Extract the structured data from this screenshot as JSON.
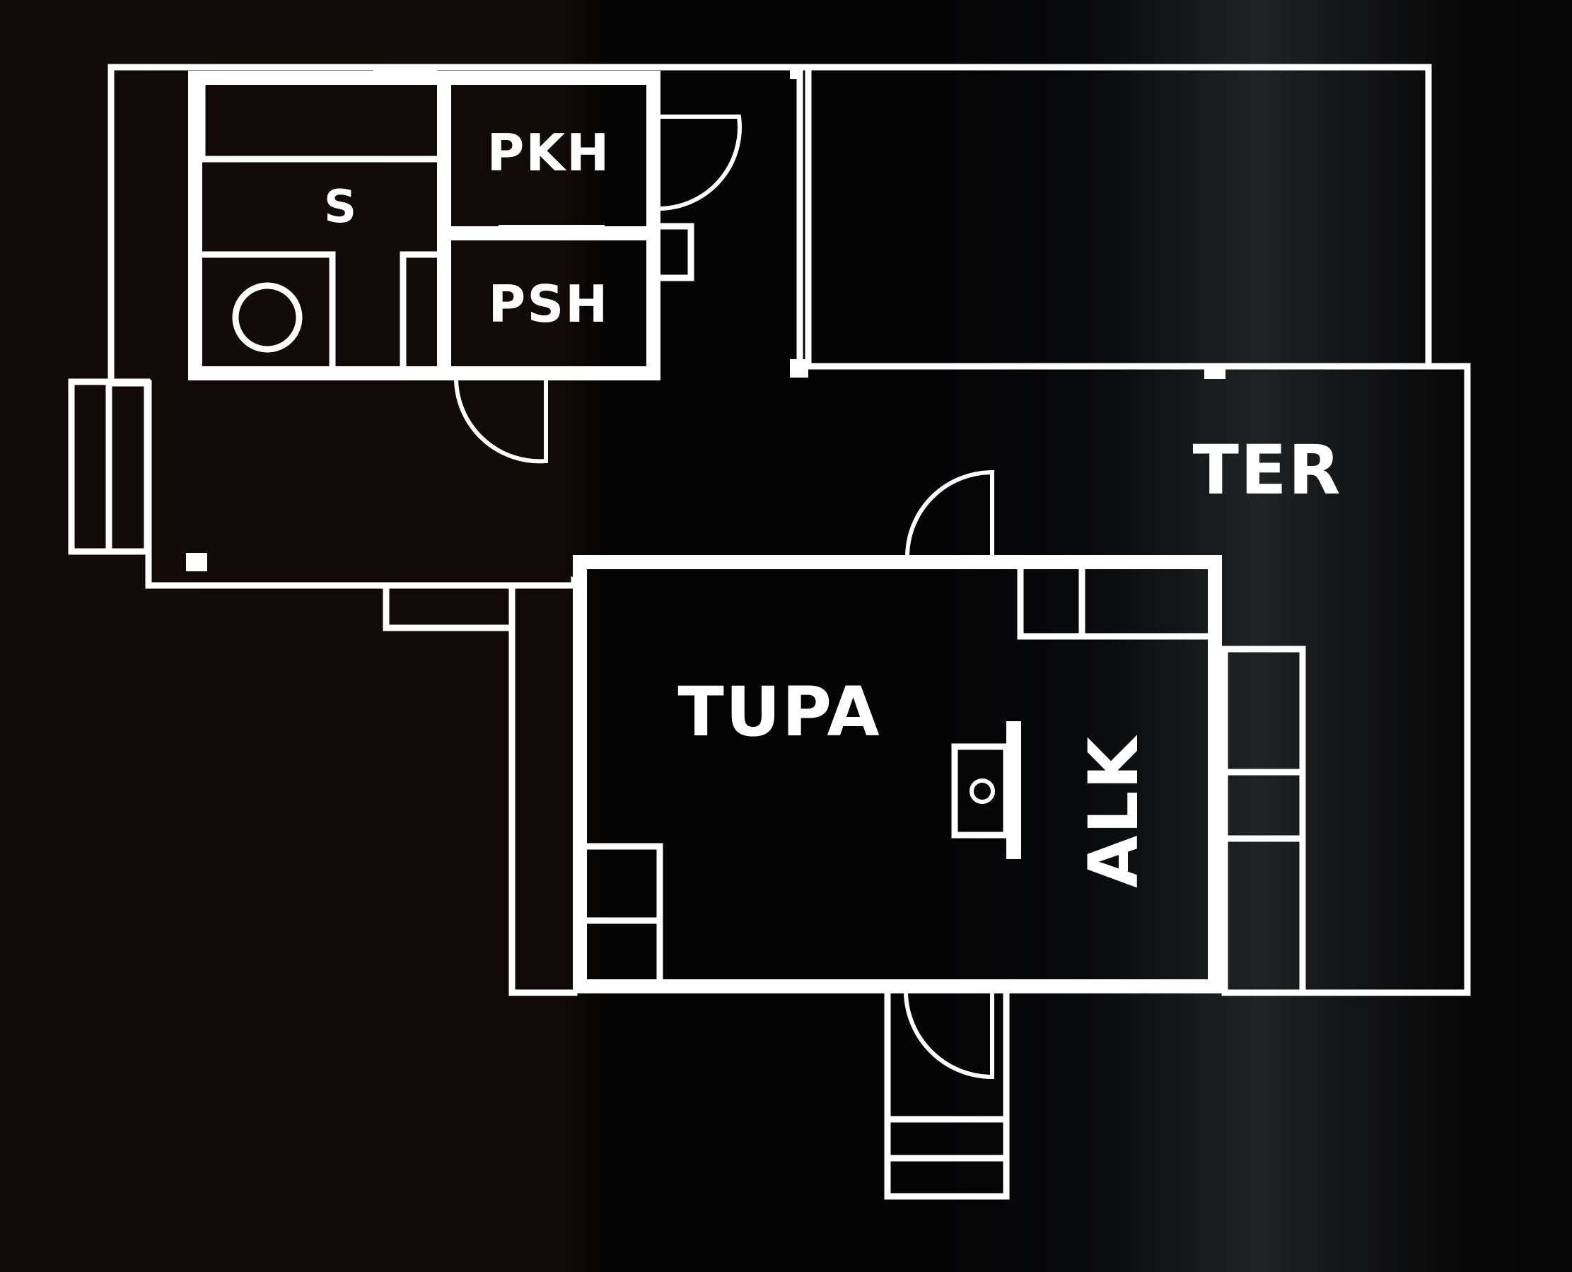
{
  "floor_plan": {
    "rooms": [
      {
        "key": "sauna",
        "label": "S"
      },
      {
        "key": "dressing_room",
        "label": "PKH"
      },
      {
        "key": "washroom",
        "label": "PSH"
      },
      {
        "key": "terrace",
        "label": "TER"
      },
      {
        "key": "living_room",
        "label": "TUPA"
      },
      {
        "key": "alcove",
        "label": "ALK"
      }
    ],
    "colors": {
      "lines": "#ffffff",
      "background": "#0d0908"
    }
  }
}
